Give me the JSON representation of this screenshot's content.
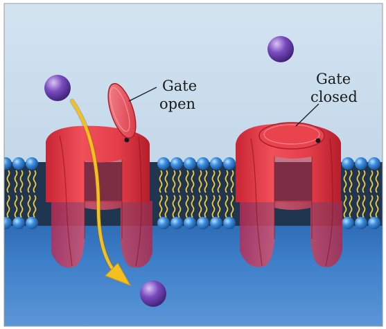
{
  "labels": {
    "open_line1": "Gate",
    "open_line2": "open",
    "closed_line1": "Gate",
    "closed_line2": "closed"
  },
  "colors": {
    "extracellular": "#cfe1ef",
    "intracellular": "#3a78c0",
    "lipid_head": "#2d7fd0",
    "lipid_tail": "#f3cc3a",
    "membrane_core": "#1f3550",
    "channel": "#e8404a",
    "channel_dark": "#b81e2c",
    "ion": "#6a3fa8",
    "arrow": "#f4c020"
  },
  "icons": [
    "ion-icon",
    "flow-arrow-icon"
  ]
}
